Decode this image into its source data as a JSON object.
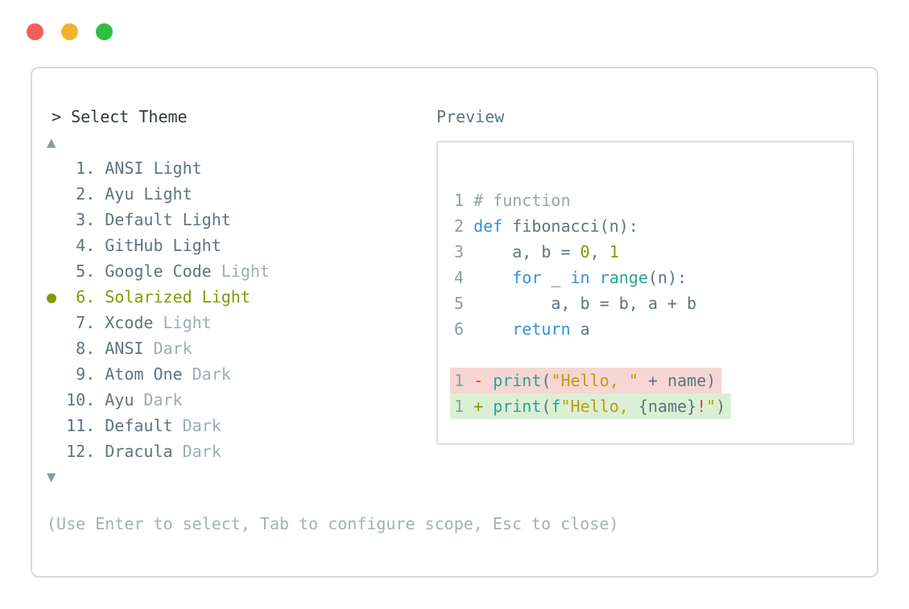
{
  "colors": {
    "background": "#ffffff",
    "window_border": "#d6dbdb",
    "preview_border": "#dcdfe0",
    "prompt": "#30393d",
    "slate": "#5e747f",
    "suffix_muted": "#9fadb2",
    "hint": "#a2b1b5",
    "arrow": "#8a9aa2",
    "olive": "#859900",
    "code_base": "#5e747e",
    "code_comment": "#97a5a6",
    "code_linenum": "#8e9da3",
    "code_keyword": "#3392d8",
    "code_function": "#2aa198",
    "code_number": "#859900",
    "code_string": "#c49a0c",
    "code_red": "#e0433c",
    "diff_removed_bg": "#f6d6d3",
    "diff_added_bg": "#dbefd4",
    "dot_red": "#f15f5a",
    "dot_yellow": "#f2b32c",
    "dot_green": "#2fbf3f"
  },
  "traffic_lights": [
    {
      "name": "close",
      "color": "#f15f5a"
    },
    {
      "name": "minimize",
      "color": "#f2b32c"
    },
    {
      "name": "zoom",
      "color": "#2fbf3f"
    }
  ],
  "selector": {
    "prompt": "> Select Theme",
    "up_arrow": "▲",
    "down_arrow": "▼",
    "bullet": "●",
    "selected_number": "6",
    "items": [
      {
        "num": "1",
        "name": "ANSI Light",
        "suffix": "",
        "selected": false
      },
      {
        "num": "2",
        "name": "Ayu Light",
        "suffix": "",
        "selected": false
      },
      {
        "num": "3",
        "name": "Default Light",
        "suffix": "",
        "selected": false
      },
      {
        "num": "4",
        "name": "GitHub Light",
        "suffix": "",
        "selected": false
      },
      {
        "num": "5",
        "name": "Google Code",
        "suffix": "Light",
        "selected": false
      },
      {
        "num": "6",
        "name": "Solarized Light",
        "suffix": "",
        "selected": true
      },
      {
        "num": "7",
        "name": "Xcode",
        "suffix": "Light",
        "selected": false
      },
      {
        "num": "8",
        "name": "ANSI",
        "suffix": "Dark",
        "selected": false
      },
      {
        "num": "9",
        "name": "Atom One",
        "suffix": "Dark",
        "selected": false
      },
      {
        "num": "10",
        "name": "Ayu",
        "suffix": "Dark",
        "selected": false
      },
      {
        "num": "11",
        "name": "Default",
        "suffix": "Dark",
        "selected": false
      },
      {
        "num": "12",
        "name": "Dracula",
        "suffix": "Dark",
        "selected": false
      }
    ],
    "hint": "(Use Enter to select, Tab to configure scope, Esc to close)"
  },
  "preview": {
    "label": "Preview",
    "code_lines": [
      {
        "tokens": [
          [
            "ln",
            "1 "
          ],
          [
            "comment",
            "# function"
          ]
        ]
      },
      {
        "tokens": [
          [
            "ln",
            "2 "
          ],
          [
            "kw",
            "def"
          ],
          [
            "base",
            " fibonacci(n):"
          ]
        ]
      },
      {
        "tokens": [
          [
            "ln",
            "3 "
          ],
          [
            "base",
            "    a, b = "
          ],
          [
            "num",
            "0"
          ],
          [
            "base",
            ", "
          ],
          [
            "num",
            "1"
          ]
        ]
      },
      {
        "tokens": [
          [
            "ln",
            "4 "
          ],
          [
            "base",
            "    "
          ],
          [
            "kw",
            "for"
          ],
          [
            "base",
            " _ "
          ],
          [
            "kw",
            "in"
          ],
          [
            "base",
            " "
          ],
          [
            "fn",
            "range"
          ],
          [
            "base",
            "(n):"
          ]
        ]
      },
      {
        "tokens": [
          [
            "ln",
            "5 "
          ],
          [
            "base",
            "        a, b = b, a + b"
          ]
        ]
      },
      {
        "tokens": [
          [
            "ln",
            "6 "
          ],
          [
            "base",
            "    "
          ],
          [
            "kw",
            "return"
          ],
          [
            "base",
            " a"
          ]
        ]
      }
    ],
    "diff_lines": [
      {
        "kind": "removed",
        "tokens": [
          [
            "ln",
            "1 "
          ],
          [
            "red",
            "- "
          ],
          [
            "fn",
            "print"
          ],
          [
            "base",
            "("
          ],
          [
            "str",
            "\"Hello, \""
          ],
          [
            "base",
            " + name)"
          ]
        ]
      },
      {
        "kind": "added",
        "tokens": [
          [
            "ln",
            "1 "
          ],
          [
            "num",
            "+ "
          ],
          [
            "fn",
            "print"
          ],
          [
            "base",
            "("
          ],
          [
            "fn",
            "f"
          ],
          [
            "str",
            "\"Hello, "
          ],
          [
            "base",
            "{name}"
          ],
          [
            "red",
            "!"
          ],
          [
            "str",
            "\""
          ],
          [
            "base",
            ")"
          ]
        ]
      }
    ]
  }
}
